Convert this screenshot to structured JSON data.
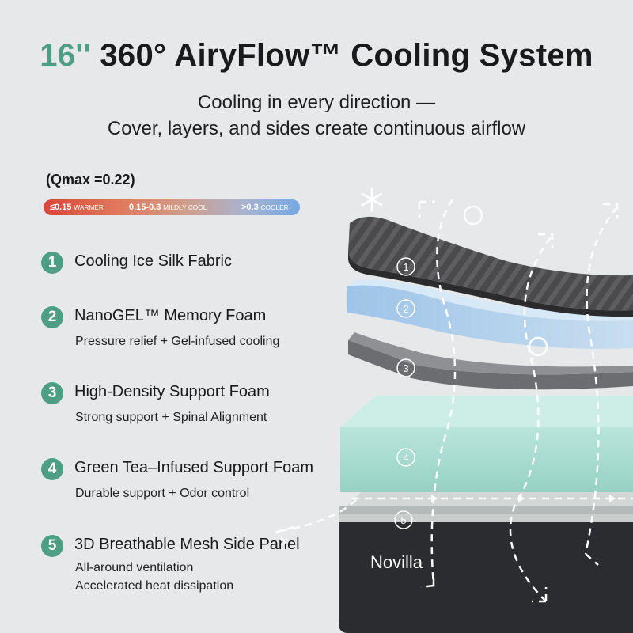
{
  "header": {
    "title_accent": "16''",
    "title_main": "360° AiryFlow™ Cooling System",
    "subtitle_line1": "Cooling in every direction —",
    "subtitle_line2": "Cover, layers, and sides create continuous airflow"
  },
  "qmax_label": "(Qmax =0.22)",
  "scale": {
    "warm_value": "≤0.15",
    "warm_label": "WARMER",
    "mid_value": "0.15-0.3",
    "mid_label": "MILDLY COOL",
    "cool_value": ">0.3",
    "cool_label": "COOLER",
    "colors": [
      "#d9453b",
      "#e07a5c",
      "#cf9d8a",
      "#a9b3cf",
      "#75a8e4"
    ]
  },
  "features": [
    {
      "number": "1",
      "title": "Cooling Ice Silk Fabric",
      "desc1": "",
      "desc2": ""
    },
    {
      "number": "2",
      "title": "NanoGEL™ Memory Foam",
      "desc1": "Pressure relief + Gel-infused cooling",
      "desc2": ""
    },
    {
      "number": "3",
      "title": "High-Density Support Foam",
      "desc1": "Strong support + Spinal Alignment",
      "desc2": ""
    },
    {
      "number": "4",
      "title": "Green Tea–Infused Support Foam",
      "desc1": "Durable support + Odor control",
      "desc2": ""
    },
    {
      "number": "5",
      "title": "3D Breathable Mesh Side Panel",
      "desc1": "All-around ventilation",
      "desc2": "Accelerated heat dissipation"
    }
  ],
  "diagram": {
    "brand": "Novilla",
    "layer_labels": [
      "1",
      "2",
      "3",
      "4",
      "5"
    ],
    "icons": [
      "snowflake-icon",
      "clockwise-arrow-icon"
    ]
  },
  "colors": {
    "accent_green": "#4e9e84",
    "background": "#e7e8ea"
  }
}
